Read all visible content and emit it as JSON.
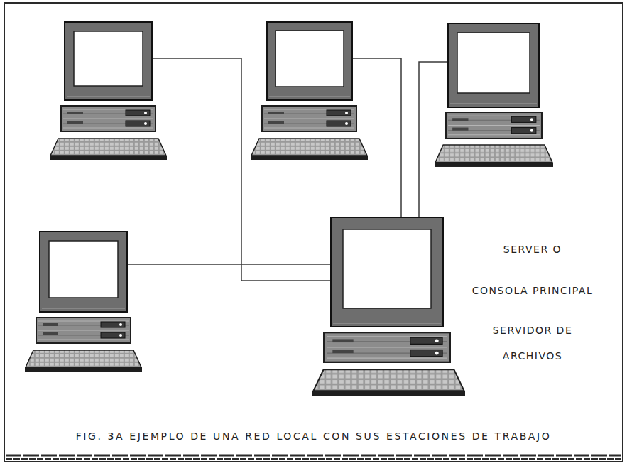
{
  "diagram": {
    "caption": "FIG. 3A EJEMPLO DE UNA RED LOCAL CON SUS ESTACIONES DE TRABAJO",
    "nodes": [
      {
        "text": []
      },
      {
        "text": []
      },
      {
        "text": []
      },
      {
        "text": []
      },
      {
        "text": [
          "SERVER O",
          "CONSOLA PRINCIPAL",
          "SERVIDOR DE ARCHIVOS"
        ]
      }
    ],
    "edges": [
      {
        "from": 0,
        "to": 4,
        "arrow": "none"
      },
      {
        "from": 1,
        "to": 4,
        "arrow": "none"
      },
      {
        "from": 2,
        "to": 4,
        "arrow": "none"
      },
      {
        "from": 3,
        "to": 4,
        "arrow": "none"
      }
    ]
  }
}
